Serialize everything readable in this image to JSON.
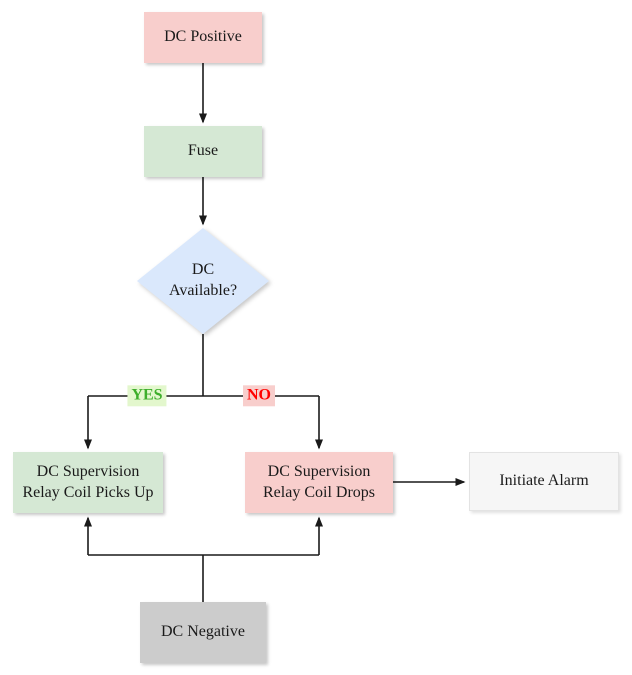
{
  "colors": {
    "pink": "#f8cecc",
    "green": "#d5e8d4",
    "blue": "#dae8fc",
    "gray": "#cccccc",
    "light": "#f6f6f6",
    "yes-green": "#3dae2b",
    "yes-bg": "#e3f7cd",
    "no-red": "#ff0000",
    "no-bg": "#f8cecc",
    "line": "#1a1a1a",
    "text": "#1a1a1a"
  },
  "nodes": {
    "dc_positive": {
      "label": "DC Positive"
    },
    "fuse": {
      "label": "Fuse"
    },
    "dc_available": {
      "label": "DC\nAvailable?"
    },
    "relay_picks_up": {
      "label": "DC Supervision\nRelay Coil Picks Up"
    },
    "relay_drops": {
      "label": "DC Supervision\nRelay Coil Drops"
    },
    "initiate_alarm": {
      "label": "Initiate Alarm"
    },
    "dc_negative": {
      "label": "DC Negative"
    }
  },
  "branches": {
    "yes_label": "YES",
    "no_label": "NO"
  }
}
